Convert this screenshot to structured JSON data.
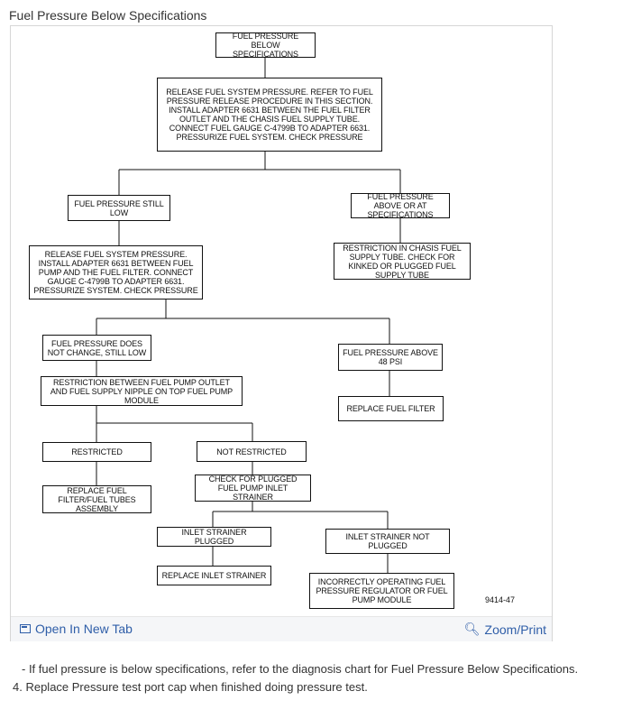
{
  "page": {
    "title": "Fuel Pressure Below Specifications"
  },
  "diagram": {
    "boxes": {
      "start": "FUEL PRESSURE BELOW SPECIFICATIONS",
      "release1": "RELEASE FUEL SYSTEM PRESSURE. REFER TO FUEL PRESSURE RELEASE PROCEDURE IN THIS SECTION. INSTALL ADAPTER 6631 BETWEEN THE FUEL FILTER OUTLET AND THE CHASIS FUEL SUPPLY TUBE. CONNECT FUEL GAUGE C-4799B TO ADAPTER 6631. PRESSURIZE FUEL SYSTEM. CHECK PRESSURE",
      "still_low": "FUEL PRESSURE STILL LOW",
      "above_at_spec": "FUEL PRESSURE ABOVE OR AT SPECIFICATIONS",
      "release2": "RELEASE FUEL SYSTEM PRESSURE. INSTALL ADAPTER 6631 BETWEEN FUEL PUMP AND THE FUEL FILTER. CONNECT GAUGE C-4799B TO ADAPTER 6631. PRESSURIZE SYSTEM. CHECK PRESSURE",
      "restriction_chassis": "RESTRICTION IN CHASIS FUEL SUPPLY TUBE. CHECK FOR KINKED OR PLUGGED FUEL SUPPLY TUBE",
      "not_change": "FUEL PRESSURE DOES NOT CHANGE, STILL LOW",
      "above_48": "FUEL PRESSURE ABOVE 48 PSI",
      "restriction_pump": "RESTRICTION BETWEEN FUEL PUMP OUTLET AND FUEL SUPPLY NIPPLE ON TOP FUEL PUMP MODULE",
      "replace_filter": "REPLACE FUEL FILTER",
      "restricted": "RESTRICTED",
      "not_restricted": "NOT RESTRICTED",
      "check_strainer": "CHECK FOR PLUGGED FUEL PUMP INLET STRAINER",
      "replace_filter_tubes": "REPLACE FUEL FILTER/FUEL TUBES ASSEMBLY",
      "strainer_plugged": "INLET STRAINER PLUGGED",
      "strainer_not_plugged": "INLET STRAINER NOT PLUGGED",
      "replace_strainer": "REPLACE INLET STRAINER",
      "incorrect_regulator": "INCORRECTLY OPERATING FUEL PRESSURE REGULATOR OR FUEL PUMP MODULE"
    },
    "figure_id": "9414-47"
  },
  "footer": {
    "open_tab_label": "Open In New Tab",
    "zoom_label": "Zoom/Print"
  },
  "notes": [
    "-  If fuel pressure is below specifications, refer to the diagnosis chart for Fuel Pressure Below Specifications.",
    "4. Replace Pressure test port cap when finished doing pressure test."
  ],
  "colors": {
    "link": "#2f5ea8",
    "footer_bg": "#f5f6f8",
    "border": "#d6d6d6"
  },
  "icons": {
    "open_tab": "external-window-icon",
    "zoom": "magnifier-icon"
  }
}
